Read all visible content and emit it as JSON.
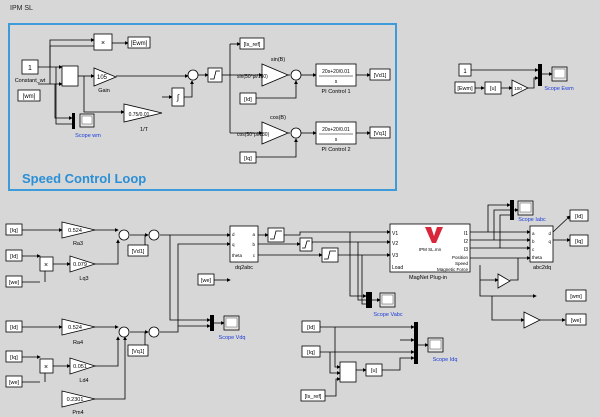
{
  "window": {
    "title": "IPM SL"
  },
  "speed_loop": {
    "caption": "Speed Control Loop",
    "border_color": "#3d9bd9"
  },
  "colors": {
    "background": "#d7d7d7",
    "block_fill": "#ffffff",
    "line": "#000000",
    "scope_label": "#1a3ad8",
    "plugin_logo": "#d8273a"
  },
  "labels": {
    "constant": "1",
    "constant_wt": "Constant_wt",
    "wm_in": "[wm]",
    "ewm_out": "[Ewm]",
    "gain_val": "105",
    "gain": "Gain",
    "int_gain": "0.75/0.01",
    "one_over_t": "1/T",
    "scope_wm": "Scope wm",
    "is_ref": "[Is_ref]",
    "sin_label": "sin(B)",
    "sin_expr": "sin(50*pi/180)",
    "cos_label": "cos(B)",
    "cos_expr": "cos(50*pi/180)",
    "id_in": "[Id]",
    "iq_in": "[Iq]",
    "pi1_num": "20s+20/0.01",
    "pi1_den": "s",
    "pi1_name": "PI Control 1",
    "pi2_num": "20s+20/0.01",
    "pi2_den": "s",
    "pi2_name": "PI Control 2",
    "vd1": "[Vd1]",
    "vq1": "[Vq1]",
    "scope_ewm_const": "1",
    "scope_ewm_in": "[Ewm]",
    "scope_ewm_u": "[u]",
    "scope_ewm_gain": "100",
    "scope_ewm": "Scope Ewm",
    "ra3_val": "0.524",
    "ra3": "Ra3",
    "lq3_val": "0.079",
    "lq3": "Lq3",
    "iq_a": "[Iq]",
    "id_a": "[Id]",
    "we_a": "[we]",
    "vd1_out": "[Vd1]",
    "ra4_val": "0.524",
    "ra4": "Ra4",
    "ld_val": "0.051",
    "ld": "Ld4",
    "pm_val": "0.2301",
    "pm": "Pm4",
    "id_b": "[Id]",
    "iq_b": "[Iq]",
    "we_b": "[we]",
    "vq1_out": "[Vq1]",
    "scope_vdq": "Scope Vdq",
    "dq_block": "dq2abc",
    "dq_d": "d",
    "dq_q": "q",
    "dq_theta": "theta",
    "dq_a": "a",
    "dq_b": "b",
    "dq_c": "c",
    "we_dq": "[we]",
    "plugin_title": "IPM SL.mn",
    "plugin_name": "MagNet Plug-in",
    "v1": "V1",
    "v2": "V2",
    "v3": "V3",
    "load": "Load",
    "i1": "I1",
    "i2": "I2",
    "i3": "I3",
    "pos": "Position",
    "speed": "Speed",
    "mag_force": "Magnetic Force",
    "scope_vabc": "Scope Vabc",
    "scope_iabc": "Scope Iabc",
    "abc_block": "abc2dq",
    "abc_a": "a",
    "abc_b": "b",
    "abc_c": "c",
    "abc_d": "d",
    "abc_q": "q",
    "abc_theta": "theta",
    "id_out": "[Id]",
    "iq_out": "[Iq]",
    "wm_out": "[wm]",
    "we_out": "[we]",
    "id_c": "[Id]",
    "iq_c": "[Iq]",
    "is_ref_c": "[Is_ref]",
    "u_c": "[u]",
    "scope_idq": "Scope Idq"
  }
}
